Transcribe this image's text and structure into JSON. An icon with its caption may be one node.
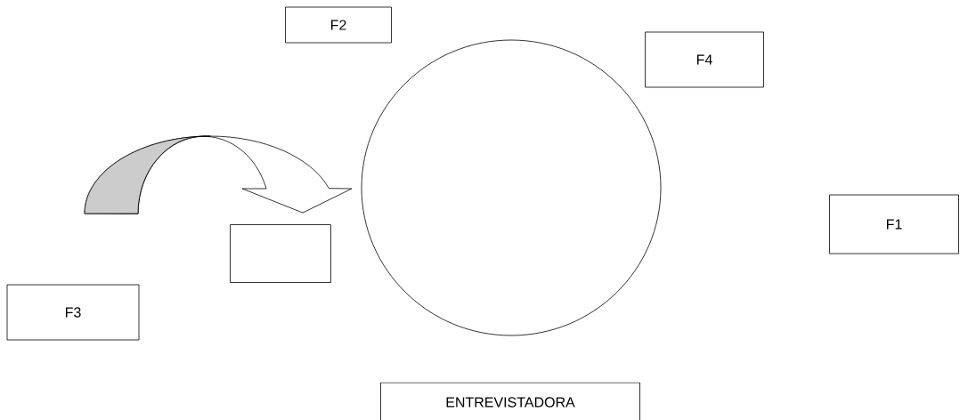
{
  "diagram": {
    "nodes": [
      {
        "text": [
          "F2"
        ]
      },
      {
        "text": [
          "F4"
        ]
      },
      {
        "text": [],
        "shape": "circle"
      },
      {
        "text": [],
        "shape": "box"
      },
      {
        "text": [
          "F1"
        ]
      },
      {
        "text": [
          "F3"
        ]
      },
      {
        "text": [
          "ENTREVISTADORA"
        ]
      }
    ],
    "edges": [
      {
        "from": null,
        "to": 3,
        "arrow": "to"
      }
    ]
  }
}
